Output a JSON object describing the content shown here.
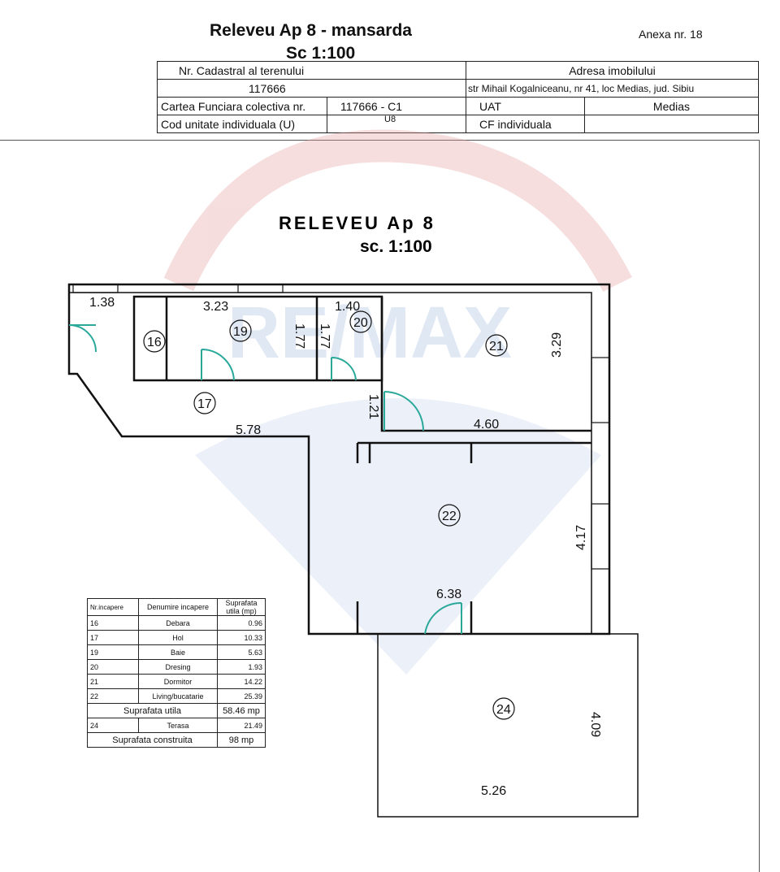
{
  "header": {
    "title": "Releveu Ap 8 - mansarda",
    "scale": "Sc 1:100",
    "annex": "Anexa nr. 18",
    "cadastral_label": "Nr. Cadastral al terenului",
    "cadastral_value": "117666",
    "address_label": "Adresa imobilului",
    "address_value": "str Mihail Kogalniceanu, nr 41,  loc Medias, jud. Sibiu",
    "cf_label": "Cartea Funciara colectiva nr.",
    "cf_value": "117666 - C1",
    "uat_label": "UAT",
    "uat_value": "Medias",
    "unit_label": "Cod unitate individuala (U)",
    "unit_value": "U8",
    "cf_ind_label": "CF individuala",
    "cf_ind_value": ""
  },
  "plan": {
    "title": "RELEVEU   Ap 8",
    "scale": "sc. 1:100",
    "watermark": "RE/MAX",
    "colors": {
      "wall": "#111111",
      "door": "#2aa89a",
      "watermark_red": "#e8a0a0",
      "watermark_blue": "#a9bfe0"
    },
    "rooms": [
      "16",
      "17",
      "19",
      "20",
      "21",
      "22",
      "24"
    ],
    "dimensions": [
      "1.38",
      "3.23",
      "1.40",
      "1.77",
      "1.77",
      "3.29",
      "1.21",
      "5.78",
      "4.60",
      "4.17",
      "6.38",
      "4.09",
      "5.26"
    ]
  },
  "legend": {
    "headers": [
      "Nr.incapere",
      "Denumire incapere",
      "Suprafata utila (mp)"
    ],
    "rows": [
      {
        "nr": "16",
        "name": "Debara",
        "area": "0.96"
      },
      {
        "nr": "17",
        "name": "Hol",
        "area": "10.33"
      },
      {
        "nr": "19",
        "name": "Baie",
        "area": "5.63"
      },
      {
        "nr": "20",
        "name": "Dresing",
        "area": "1.93"
      },
      {
        "nr": "21",
        "name": "Dormitor",
        "area": "14.22"
      },
      {
        "nr": "22",
        "name": "Living/bucatarie",
        "area": "25.39"
      }
    ],
    "useful_label": "Suprafata utila",
    "useful_value": "58.46 mp",
    "terrace": {
      "nr": "24",
      "name": "Terasa",
      "area": "21.49"
    },
    "built_label": "Suprafata  construita",
    "built_value": "98 mp"
  }
}
